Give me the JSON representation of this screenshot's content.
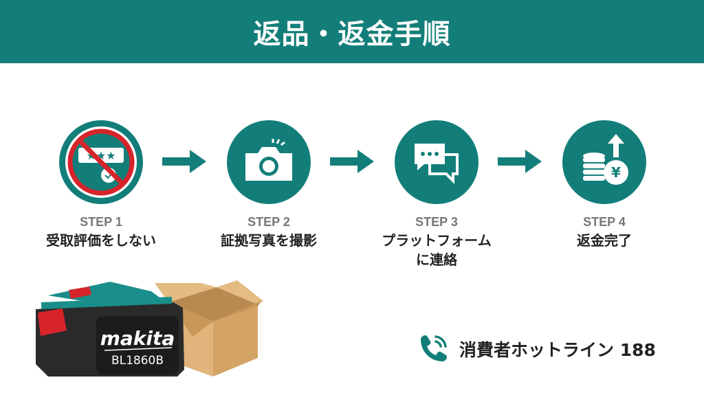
{
  "title": "返品・返金手順",
  "steps": [
    {
      "label": "STEP 1",
      "text": "受取評価をしない",
      "icon": "no-rating-icon"
    },
    {
      "label": "STEP 2",
      "text": "証拠写真を撮影",
      "icon": "camera-icon"
    },
    {
      "label": "STEP 3",
      "text": "プラットフォーム\nに連絡",
      "icon": "chat-icon"
    },
    {
      "label": "STEP 4",
      "text": "返金完了",
      "icon": "yen-coins-refund-icon"
    }
  ],
  "product": {
    "brand": "makita",
    "model": "BL1860B"
  },
  "hotline": "消費者ホットライン 188",
  "colors": {
    "teal": "#137e79",
    "red": "#d7242b",
    "box": "#d9a767"
  }
}
